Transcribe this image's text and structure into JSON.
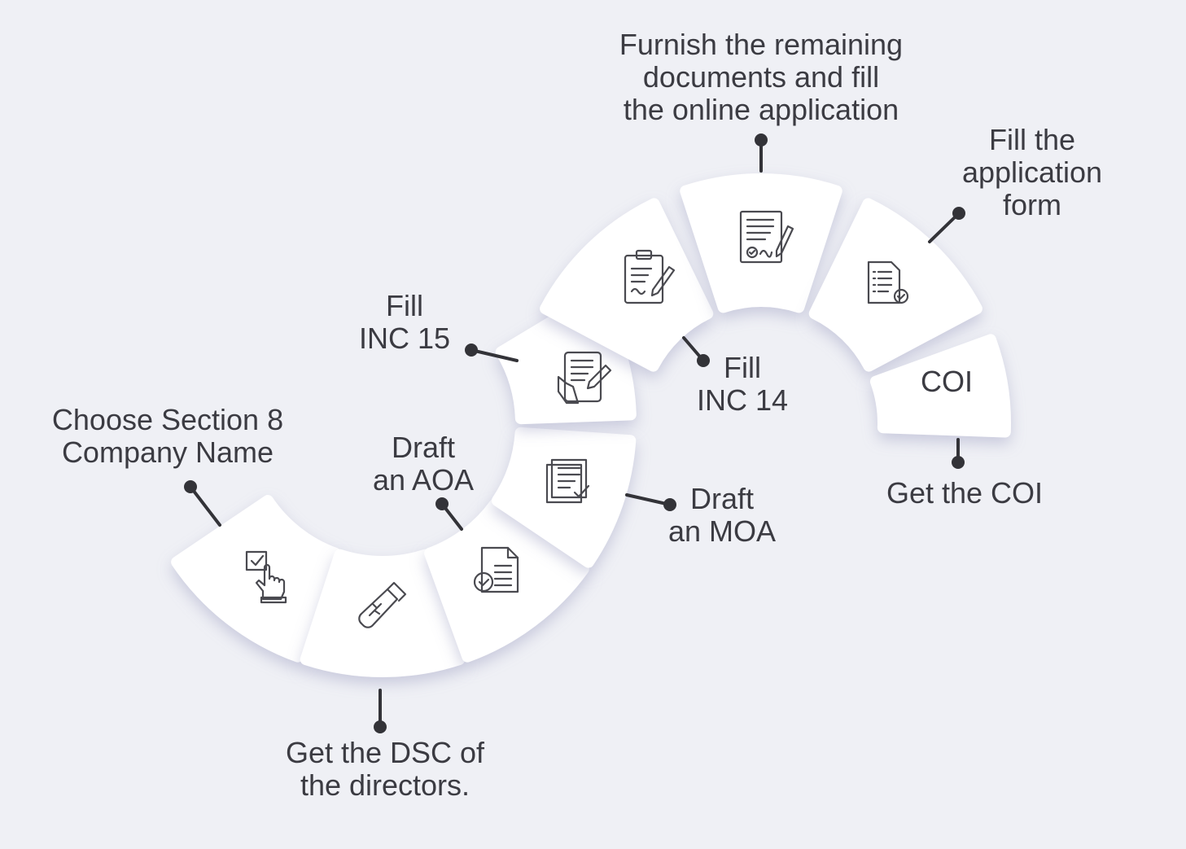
{
  "steps": [
    {
      "id": "choose-name",
      "lines": [
        "Choose Section 8",
        "Company Name"
      ],
      "icon": "checkbox-hand-icon"
    },
    {
      "id": "get-dsc",
      "lines": [
        "Get the DSC of",
        "the directors."
      ],
      "icon": "usb-drive-icon"
    },
    {
      "id": "draft-aoa",
      "lines": [
        "Draft",
        "an AOA"
      ],
      "icon": "document-check-icon"
    },
    {
      "id": "draft-moa",
      "lines": [
        "Draft",
        "an MOA"
      ],
      "icon": "document-list-check-icon"
    },
    {
      "id": "fill-inc15",
      "lines": [
        "Fill",
        "INC 15"
      ],
      "icon": "tablet-sign-icon"
    },
    {
      "id": "fill-inc14",
      "lines": [
        "Fill",
        "INC 14"
      ],
      "icon": "clipboard-pen-icon"
    },
    {
      "id": "furnish-docs",
      "lines": [
        "Furnish the remaining",
        "documents and fill",
        "the online application"
      ],
      "icon": "contract-sign-icon"
    },
    {
      "id": "fill-form",
      "lines": [
        "Fill the",
        "application",
        "form"
      ],
      "icon": "checklist-icon"
    },
    {
      "id": "get-coi",
      "lines": [
        "Get the COI"
      ],
      "icon": "text",
      "badge": "COI"
    }
  ],
  "colors": {
    "background": "#eff0f5",
    "segment": "#ffffff",
    "text": "#3b3b42"
  }
}
